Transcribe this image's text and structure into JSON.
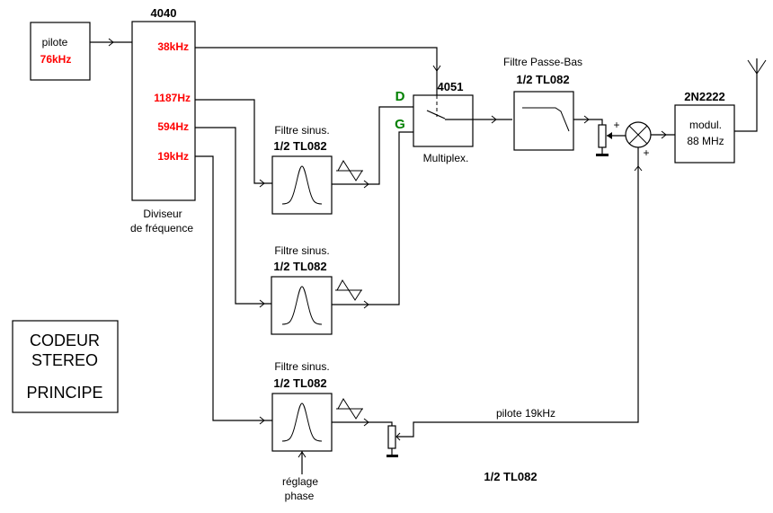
{
  "title_box": {
    "line1": "CODEUR",
    "line2": "STEREO",
    "line3": "PRINCIPE"
  },
  "pilot_osc": {
    "label": "pilote",
    "freq": "76kHz"
  },
  "divider": {
    "chip": "4040",
    "outputs": [
      "38kHz",
      "1187Hz",
      "594Hz",
      "19kHz"
    ],
    "caption_line1": "Diviseur",
    "caption_line2": "de fréquence"
  },
  "sine_filters": [
    {
      "label": "Filtre sinus.",
      "chip": "1/2 TL082"
    },
    {
      "label": "Filtre sinus.",
      "chip": "1/2 TL082"
    },
    {
      "label": "Filtre sinus.",
      "chip": "1/2 TL082"
    }
  ],
  "phase_adjust": {
    "line1": "réglage",
    "line2": "phase"
  },
  "multiplexer": {
    "chip": "4051",
    "caption": "Multiplex.",
    "input_right": "D",
    "input_left": "G"
  },
  "lowpass": {
    "label": "Filtre Passe-Bas",
    "chip": "1/2 TL082"
  },
  "mixer": {
    "plus_top": "+",
    "plus_bottom": "+"
  },
  "modulator": {
    "chip": "2N2222",
    "line1": "modul.",
    "line2": "88 MHz"
  },
  "pilot_line": {
    "label": "pilote 19kHz"
  },
  "bottom_note": "1/2 TL082",
  "colors": {
    "frequency": "#ff0000",
    "channel": "#008000",
    "line": "#000000"
  }
}
